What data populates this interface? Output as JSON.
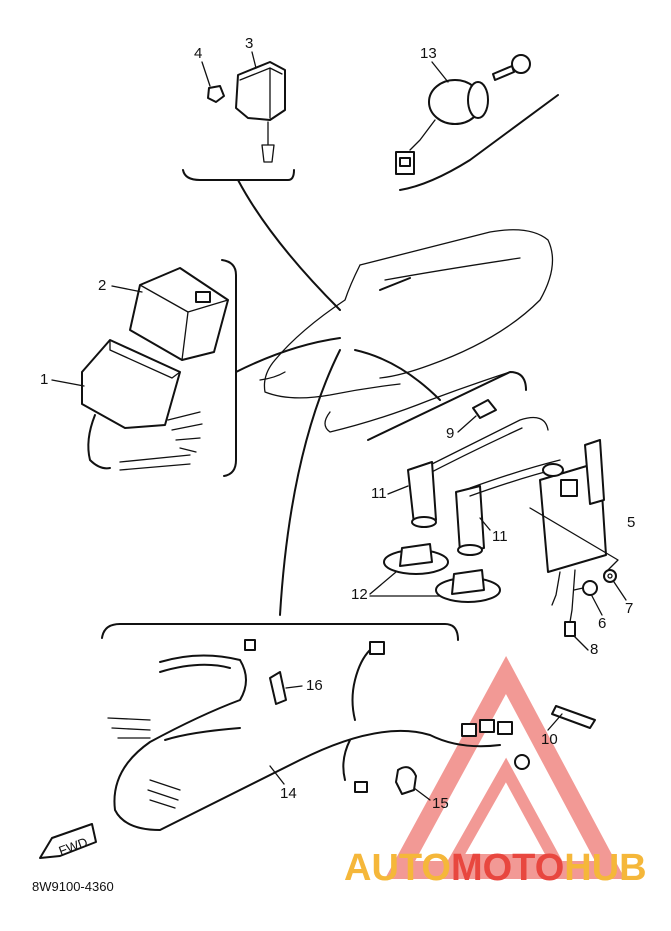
{
  "diagram_code": "8W9100-4360",
  "fwd_label": "FWD",
  "callouts": [
    "1",
    "2",
    "3",
    "4",
    "5",
    "6",
    "7",
    "8",
    "9",
    "10",
    "11",
    "11",
    "12",
    "13",
    "14",
    "15",
    "16"
  ],
  "watermark": {
    "brand_auto": "AUTO",
    "brand_moto": "MOTO",
    "brand_hub": "HUB",
    "color_auto": "#f5b73a",
    "color_moto": "#e8473f",
    "color_hub": "#f5b73a"
  }
}
